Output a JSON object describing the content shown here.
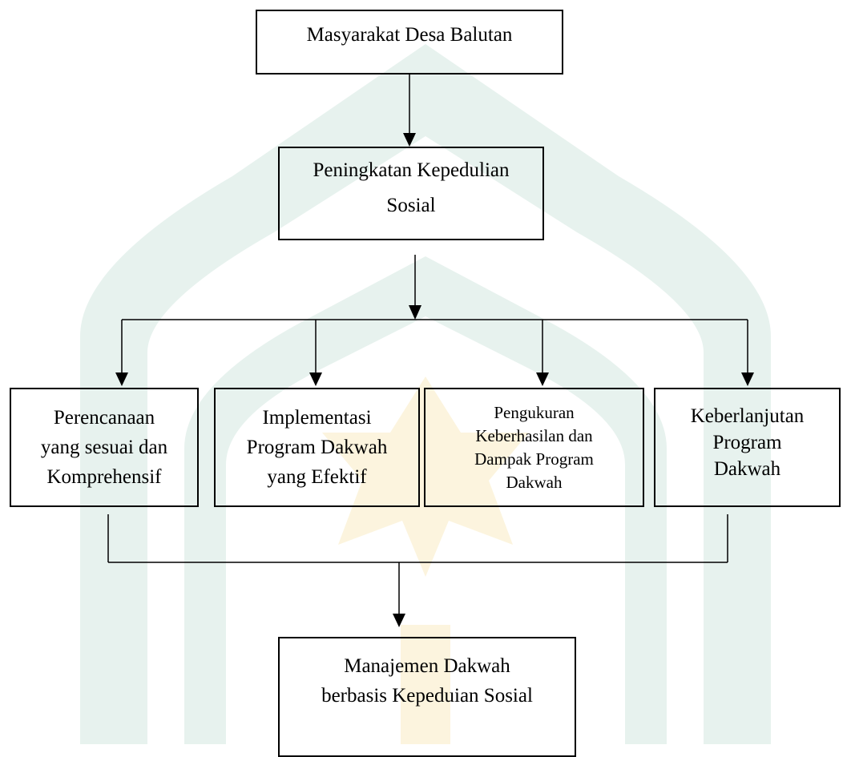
{
  "diagram": {
    "top_box": {
      "label": "Masyarakat Desa Balutan"
    },
    "second_box": {
      "label": "Peningkatan Kepedulian\nSosial"
    },
    "branches": [
      {
        "label": "Perencanaan\nyang sesuai dan\nKomprehensif"
      },
      {
        "label": "Implementasi\nProgram Dakwah\nyang Efektif"
      },
      {
        "label": "Pengukuran\nKeberhasilan dan\nDampak Program\nDakwah"
      },
      {
        "label": "Keberlanjutan\nProgram\nDakwah"
      }
    ],
    "bottom_box": {
      "label": "Manajemen Dakwah\nberbasis Kepeduian Sosial"
    }
  },
  "colors": {
    "line": "#000000",
    "watermark_green": "#e7f2ee",
    "watermark_gold": "#fcf4de"
  }
}
